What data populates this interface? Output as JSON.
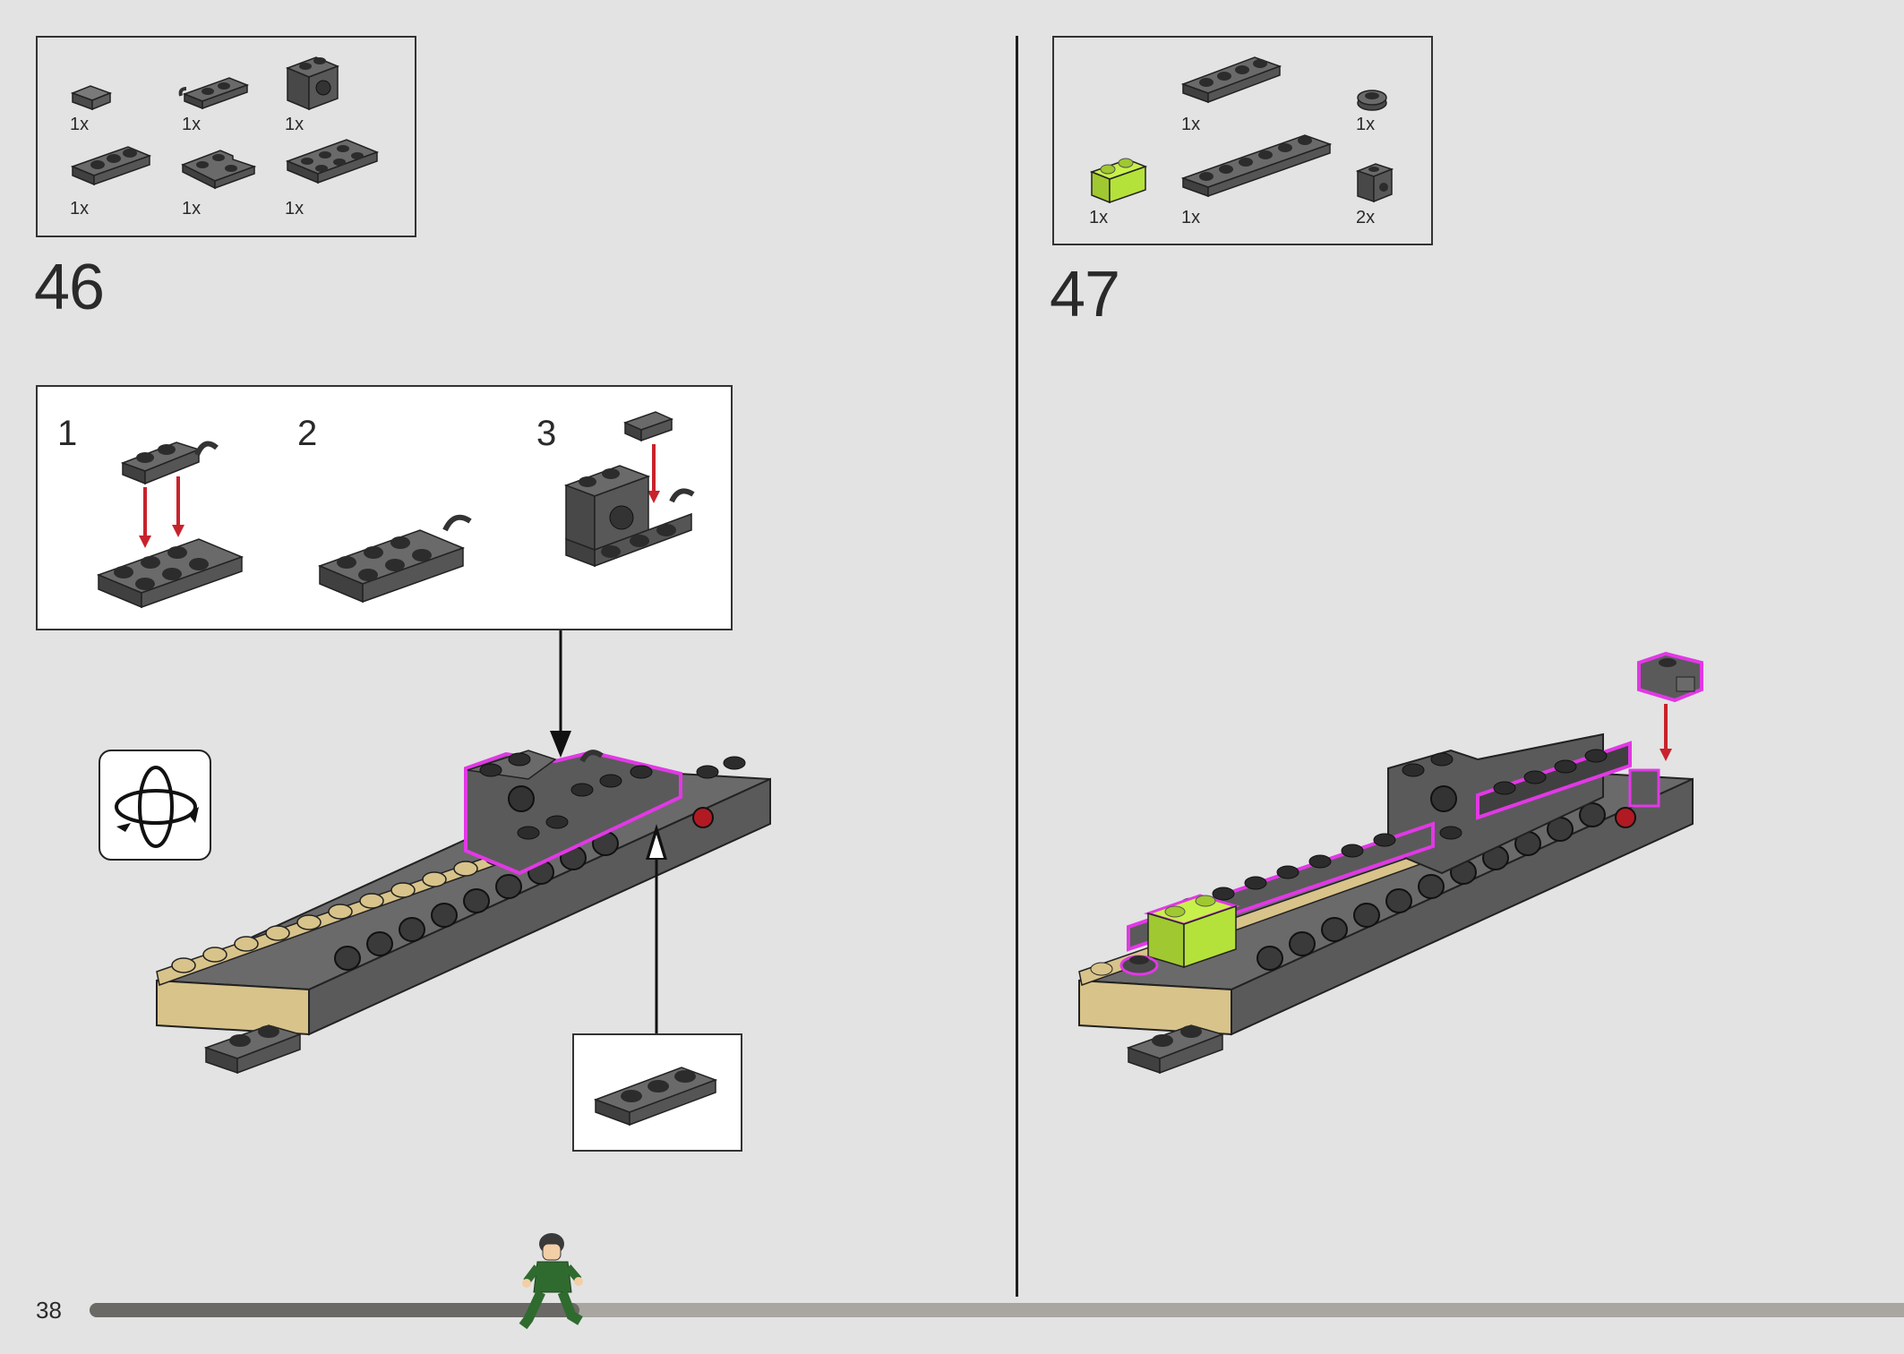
{
  "page": {
    "number": "38"
  },
  "progress": {
    "fraction": 0.27
  },
  "step46": {
    "number": "46",
    "parts": [
      {
        "name": "tile-1x1-dark-gray",
        "qty": "1x"
      },
      {
        "name": "plate-1x2-with-clip-dark-gray",
        "qty": "1x"
      },
      {
        "name": "technic-brick-1x1-with-hole-dark-gray",
        "qty": "1x"
      },
      {
        "name": "plate-1x3-dark-gray",
        "qty": "1x"
      },
      {
        "name": "plate-2x2-corner-dark-gray",
        "qty": "1x"
      },
      {
        "name": "plate-2x3-dark-gray",
        "qty": "1x"
      }
    ],
    "substeps": [
      "1",
      "2",
      "3"
    ]
  },
  "step47": {
    "number": "47",
    "parts": [
      {
        "name": "plate-1x4-dark-gray",
        "qty": "1x"
      },
      {
        "name": "round-plate-1x1-dark-gray",
        "qty": "1x"
      },
      {
        "name": "brick-1x2-lime",
        "qty": "1x"
      },
      {
        "name": "plate-1x6-dark-gray",
        "qty": "1x"
      },
      {
        "name": "brick-1x1-with-stud-on-side-dark-gray",
        "qty": "2x"
      }
    ]
  },
  "colors": {
    "dark_gray": "#5a5a5a",
    "tan": "#d8c38a",
    "lime": "#b5e23a",
    "highlight": "#e238e6",
    "arrow_red": "#c8232c"
  },
  "icons": [
    "rotate-model-icon",
    "minifigure-progress-icon"
  ]
}
